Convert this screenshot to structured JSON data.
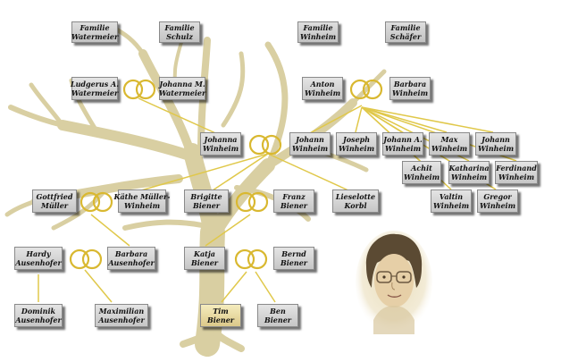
{
  "families": [
    {
      "id": "fam-watermeier",
      "line1": "Familie",
      "line2": "Watermeier"
    },
    {
      "id": "fam-schulz",
      "line1": "Familie",
      "line2": "Schulz"
    },
    {
      "id": "fam-winheim",
      "line1": "Familie",
      "line2": "Winheim"
    },
    {
      "id": "fam-schaefer",
      "line1": "Familie",
      "line2": "Schäfer"
    }
  ],
  "people": [
    {
      "id": "ludgerus",
      "line1": "Ludgerus A.",
      "line2": "Watermeier"
    },
    {
      "id": "johanna-m",
      "line1": "Johanna M.",
      "line2": "Watermeier"
    },
    {
      "id": "anton",
      "line1": "Anton",
      "line2": "Winheim"
    },
    {
      "id": "barbara-w",
      "line1": "Barbara",
      "line2": "Winheim"
    },
    {
      "id": "johanna-w",
      "line1": "Johanna",
      "line2": "Winheim"
    },
    {
      "id": "johann-w1",
      "line1": "Johann",
      "line2": "Winheim"
    },
    {
      "id": "joseph",
      "line1": "Joseph",
      "line2": "Winheim"
    },
    {
      "id": "johann-a",
      "line1": "Johann A.",
      "line2": "Winheim"
    },
    {
      "id": "max",
      "line1": "Max",
      "line2": "Winheim"
    },
    {
      "id": "johann-w2",
      "line1": "Johann",
      "line2": "Winheim"
    },
    {
      "id": "achit",
      "line1": "Achit",
      "line2": "Winheim"
    },
    {
      "id": "katharina",
      "line1": "Katharina",
      "line2": "Winheim"
    },
    {
      "id": "ferdinand",
      "line1": "Ferdinand",
      "line2": "Winheim"
    },
    {
      "id": "valtin",
      "line1": "Valtin",
      "line2": "Winheim"
    },
    {
      "id": "gregor",
      "line1": "Gregor",
      "line2": "Winheim"
    },
    {
      "id": "gottfried",
      "line1": "Gottfried",
      "line2": "Müller"
    },
    {
      "id": "kaethe",
      "line1": "Käthe Müller-",
      "line2": "Winheim"
    },
    {
      "id": "brigitte",
      "line1": "Brigitte",
      "line2": "Biener"
    },
    {
      "id": "franz",
      "line1": "Franz",
      "line2": "Biener"
    },
    {
      "id": "lieselotte",
      "line1": "Lieselotte",
      "line2": "Korbl"
    },
    {
      "id": "hardy",
      "line1": "Hardy",
      "line2": "Ausenhofer"
    },
    {
      "id": "barbara-a",
      "line1": "Barbara",
      "line2": "Ausenhofer"
    },
    {
      "id": "katja",
      "line1": "Katja",
      "line2": "Biener"
    },
    {
      "id": "bernd",
      "line1": "Bernd",
      "line2": "Biener"
    },
    {
      "id": "dominik",
      "line1": "Dominik",
      "line2": "Ausenhofer"
    },
    {
      "id": "maximilian",
      "line1": "Maximilian",
      "line2": "Ausenhofer"
    },
    {
      "id": "tim",
      "line1": "Tim",
      "line2": "Biener"
    },
    {
      "id": "ben",
      "line1": "Ben",
      "line2": "Biener"
    }
  ],
  "colors": {
    "tree": "#d9cfa2",
    "box": "#d4d4d4",
    "highlight": "#e8dca4",
    "connector": "#e0c84a",
    "rings": "#d9b830"
  },
  "icons": [
    "tree-illustration",
    "wedding-rings-icon",
    "portrait-photo"
  ]
}
